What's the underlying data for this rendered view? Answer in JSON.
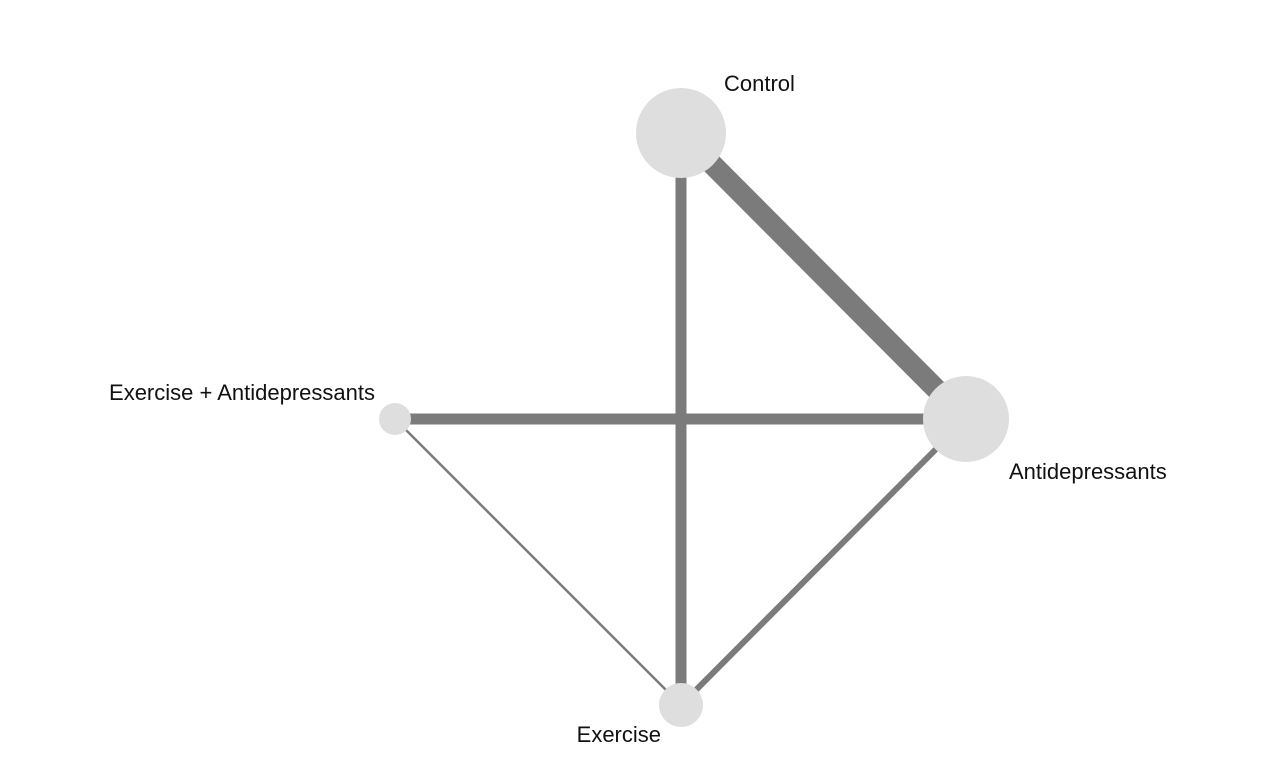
{
  "diagram": {
    "type": "network",
    "colors": {
      "edge": "#7b7b7b",
      "node": "#dedede",
      "label": "#111111",
      "background": "#ffffff"
    },
    "nodes": [
      {
        "id": "control",
        "label": "Control"
      },
      {
        "id": "antidepressants",
        "label": "Antidepressants"
      },
      {
        "id": "exercise_antidepressants",
        "label": "Exercise + Antidepressants"
      },
      {
        "id": "exercise",
        "label": "Exercise"
      }
    ],
    "edges": [
      {
        "from": "control",
        "to": "antidepressants",
        "weight": "heavy"
      },
      {
        "from": "control",
        "to": "exercise",
        "weight": "medium"
      },
      {
        "from": "exercise_antidepressants",
        "to": "antidepressants",
        "weight": "medium"
      },
      {
        "from": "antidepressants",
        "to": "exercise",
        "weight": "light"
      },
      {
        "from": "exercise_antidepressants",
        "to": "exercise",
        "weight": "thin"
      }
    ]
  }
}
